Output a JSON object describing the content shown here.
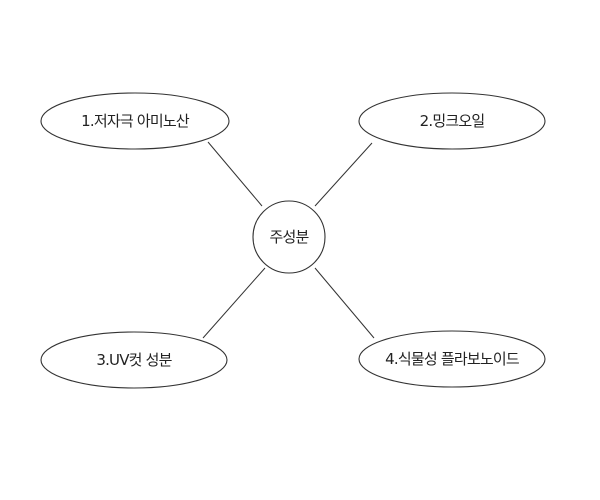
{
  "diagram": {
    "center": {
      "label": "주성분"
    },
    "nodes": [
      {
        "id": "n1",
        "label": "1.저자극 아미노산"
      },
      {
        "id": "n2",
        "label": "2.밍크오일"
      },
      {
        "id": "n3",
        "label": "3.UV컷 성분"
      },
      {
        "id": "n4",
        "label": "4.식물성 플라보노이드"
      }
    ],
    "colors": {
      "stroke": "#333333",
      "text": "#222222",
      "fill": "#ffffff"
    }
  }
}
